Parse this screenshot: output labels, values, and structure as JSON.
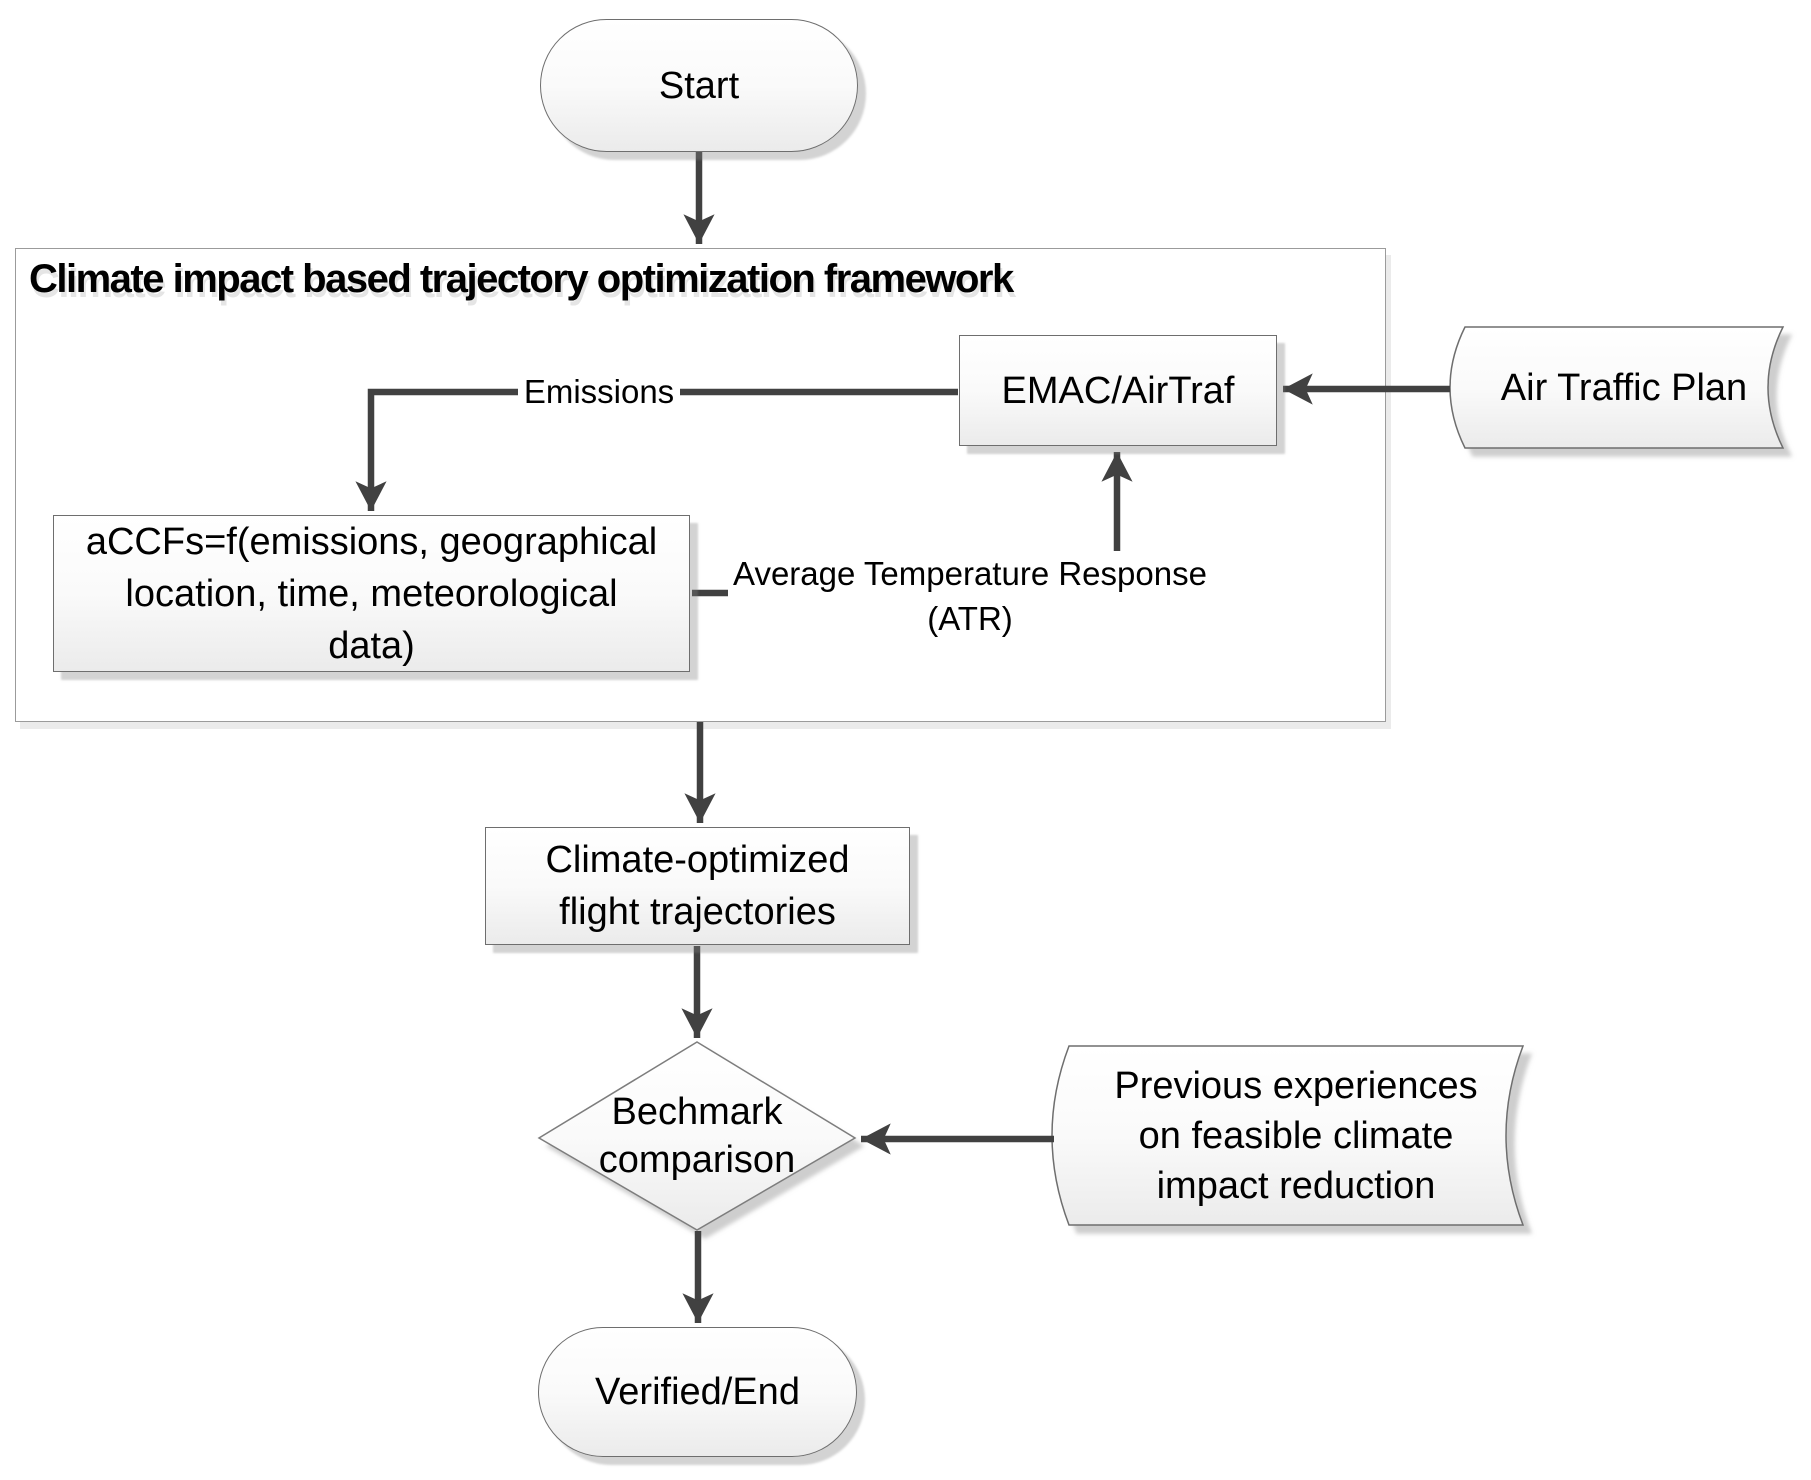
{
  "diagram": {
    "framework": {
      "title": "Climate impact based trajectory optimization framework"
    },
    "nodes": {
      "start": {
        "type": "terminator",
        "label": "Start"
      },
      "emac": {
        "type": "process",
        "label": "EMAC/AirTraf"
      },
      "accfs": {
        "type": "process",
        "label": "aCCFs=f(emissions, geographical location, time, meteorological data)",
        "lines": [
          "aCCFs=f(emissions, geographical",
          "location, time, meteorological",
          "data)"
        ]
      },
      "air_traffic_plan": {
        "type": "stored-data",
        "label": "Air Traffic Plan"
      },
      "climate_optimized": {
        "type": "process",
        "label": "Climate-optimized flight trajectories",
        "lines": [
          "Climate-optimized",
          "flight trajectories"
        ]
      },
      "benchmark": {
        "type": "decision",
        "label": "Bechmark comparison",
        "lines": [
          "Bechmark",
          "comparison"
        ]
      },
      "previous_experiences": {
        "type": "stored-data",
        "label": "Previous experiences on feasible climate impact reduction",
        "lines": [
          "Previous experiences",
          "on feasible climate",
          "impact reduction"
        ]
      },
      "verified": {
        "type": "terminator",
        "label": "Verified/End"
      }
    },
    "edge_labels": {
      "emissions": "Emissions",
      "atr": {
        "lines": [
          "Average Temperature Response",
          "(ATR)"
        ]
      }
    },
    "colors": {
      "connector": "#414141",
      "node_border": "#6e6e6e",
      "frame_border": "#9b9b9b",
      "shadow": "#9c9c9c",
      "fill_top": "#ffffff",
      "fill_bottom": "#ebebeb"
    }
  }
}
